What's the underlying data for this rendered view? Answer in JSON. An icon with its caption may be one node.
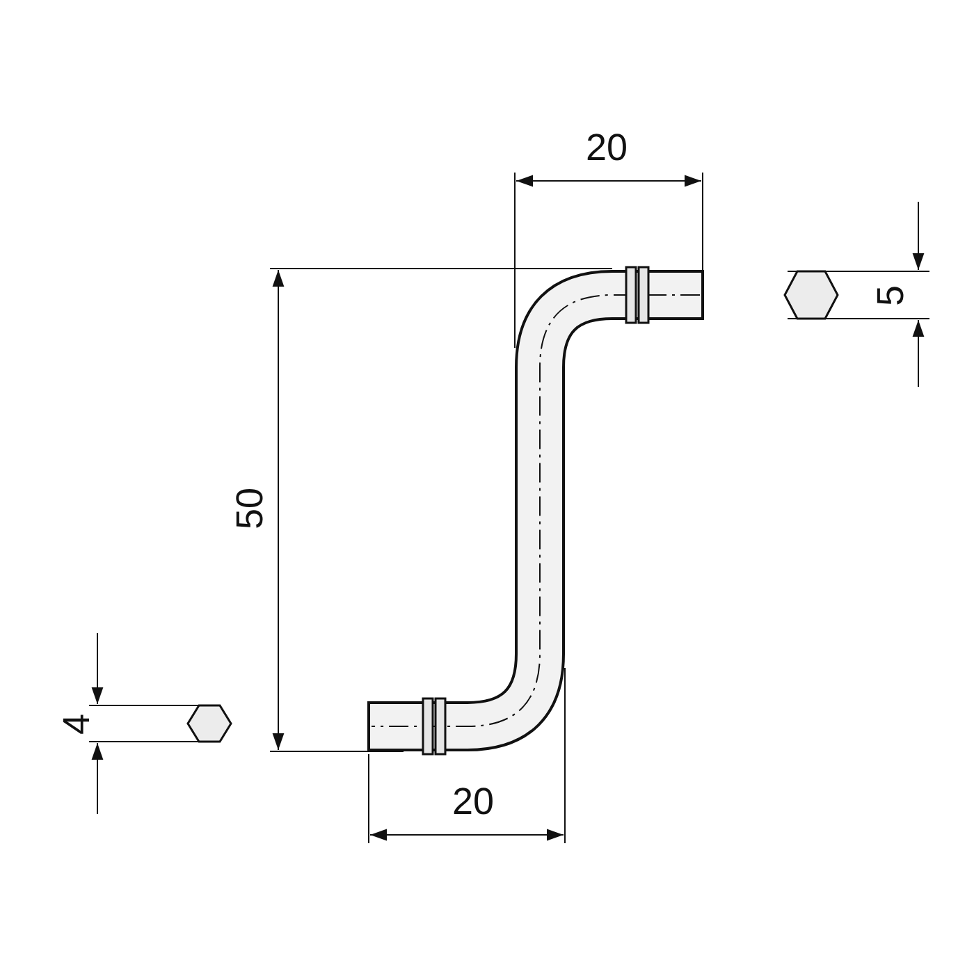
{
  "diagram": {
    "labels": [
      "20",
      "5",
      "50",
      "4",
      "20"
    ]
  }
}
